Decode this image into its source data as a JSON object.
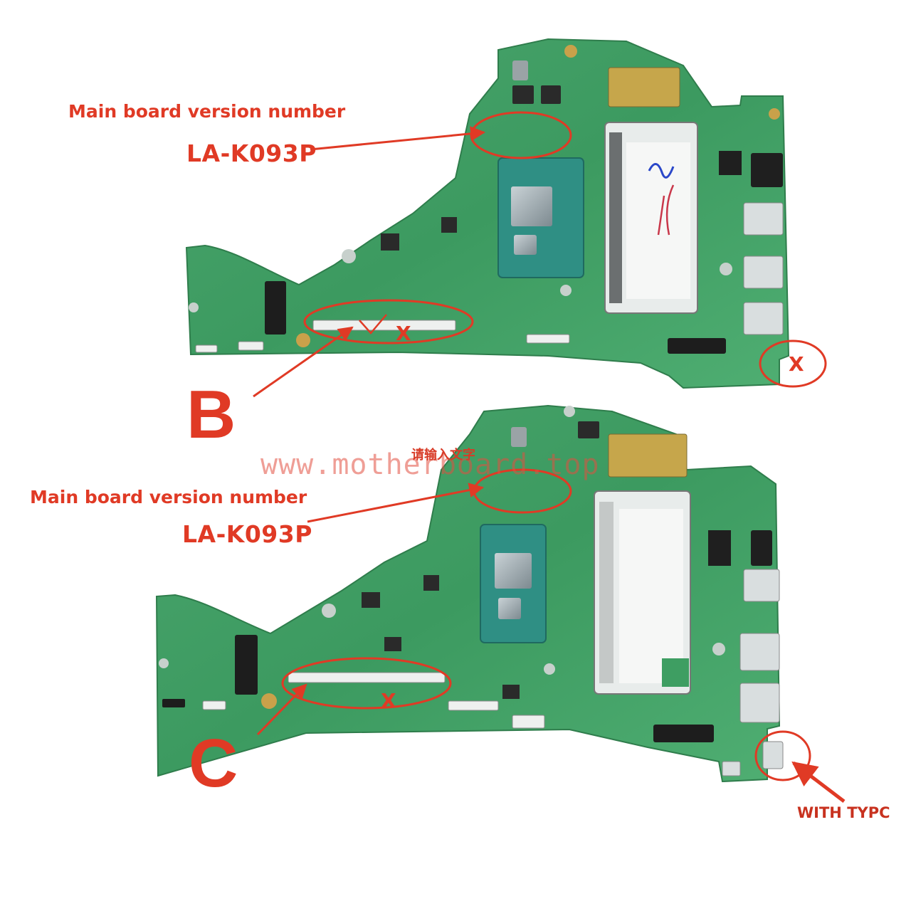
{
  "boards": [
    {
      "variant_label": "B",
      "version_caption": "Main board version number",
      "board_code": "LA-K093P",
      "excluded_marks": [
        "X",
        "X"
      ]
    },
    {
      "variant_label": "C",
      "version_caption": "Main board version number",
      "board_code": "LA-K093P",
      "excluded_marks": [
        "X"
      ],
      "port_note": "WITH TYPC"
    }
  ],
  "watermark": "www.motherboard.top",
  "input_hint": "请输入文字",
  "colors": {
    "annotation_red": "#e03a25",
    "pcb_green": "#3f9e63",
    "pcb_dark": "#2f7d4c",
    "chip_teal": "#2f8f84",
    "background": "#ffffff"
  },
  "icons": [
    "motherboard-photo",
    "cpu-chip-icon",
    "ram-slot-icon",
    "usb-port-icon",
    "usb-c-port-icon"
  ]
}
